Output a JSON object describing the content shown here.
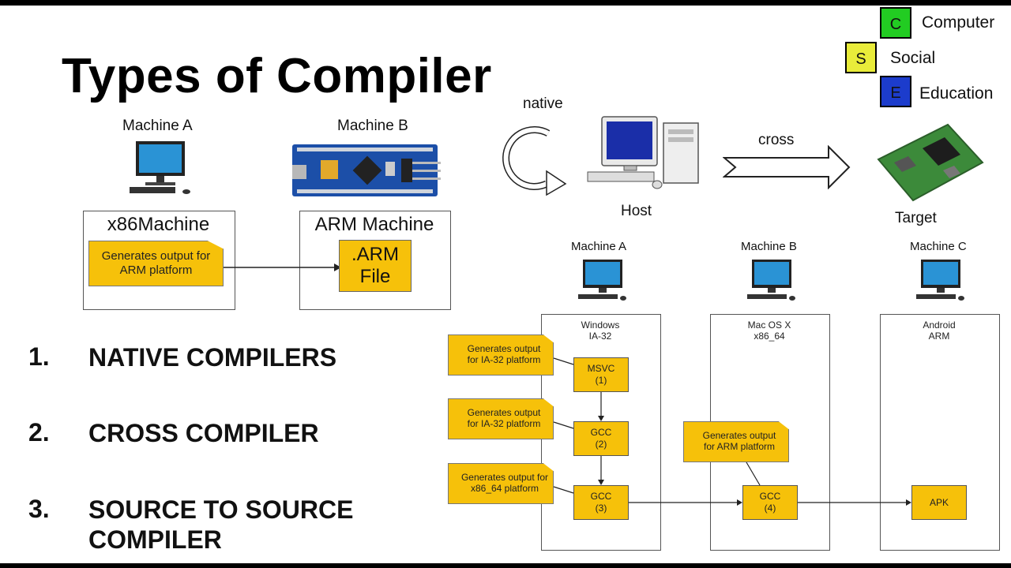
{
  "title": "Types of Compiler",
  "logo": {
    "rows": [
      {
        "letter": "C",
        "word": "Computer",
        "color": "#22cc22"
      },
      {
        "letter": "S",
        "word": "Social",
        "color": "#e9ec3a"
      },
      {
        "letter": "E",
        "word": "Education",
        "color": "#1c3ccc"
      }
    ]
  },
  "left_diagram": {
    "machine_a": "Machine A",
    "machine_b": "Machine B",
    "box_a_title": "x86Machine",
    "box_b_title": "ARM Machine",
    "note": "Generates output for ARM platform",
    "file_line1": ".ARM",
    "file_line2": "File"
  },
  "native_cross": {
    "native": "native",
    "cross": "cross",
    "host": "Host",
    "target": "Target"
  },
  "list": [
    {
      "num": "1.",
      "text": "NATIVE COMPILERS"
    },
    {
      "num": "2.",
      "text": "CROSS COMPILER"
    },
    {
      "num": "3.",
      "text": "SOURCE TO SOURCE COMPILER"
    }
  ],
  "flow": {
    "machines": [
      "Machine A",
      "Machine B",
      "Machine C"
    ],
    "columns": [
      {
        "line1": "Windows",
        "line2": "IA-32"
      },
      {
        "line1": "Mac OS X",
        "line2": "x86_64"
      },
      {
        "line1": "Android",
        "line2": "ARM"
      }
    ],
    "notes": [
      "Generates output for IA-32 platform",
      "Generates output for IA-32 platform",
      "Generates output for x86_64 platform",
      "Generates output for ARM platform"
    ],
    "boxes": [
      {
        "line1": "MSVC",
        "line2": "(1)"
      },
      {
        "line1": "GCC",
        "line2": "(2)"
      },
      {
        "line1": "GCC",
        "line2": "(3)"
      },
      {
        "line1": "GCC",
        "line2": "(4)"
      },
      {
        "line1": "APK",
        "line2": ""
      }
    ]
  }
}
